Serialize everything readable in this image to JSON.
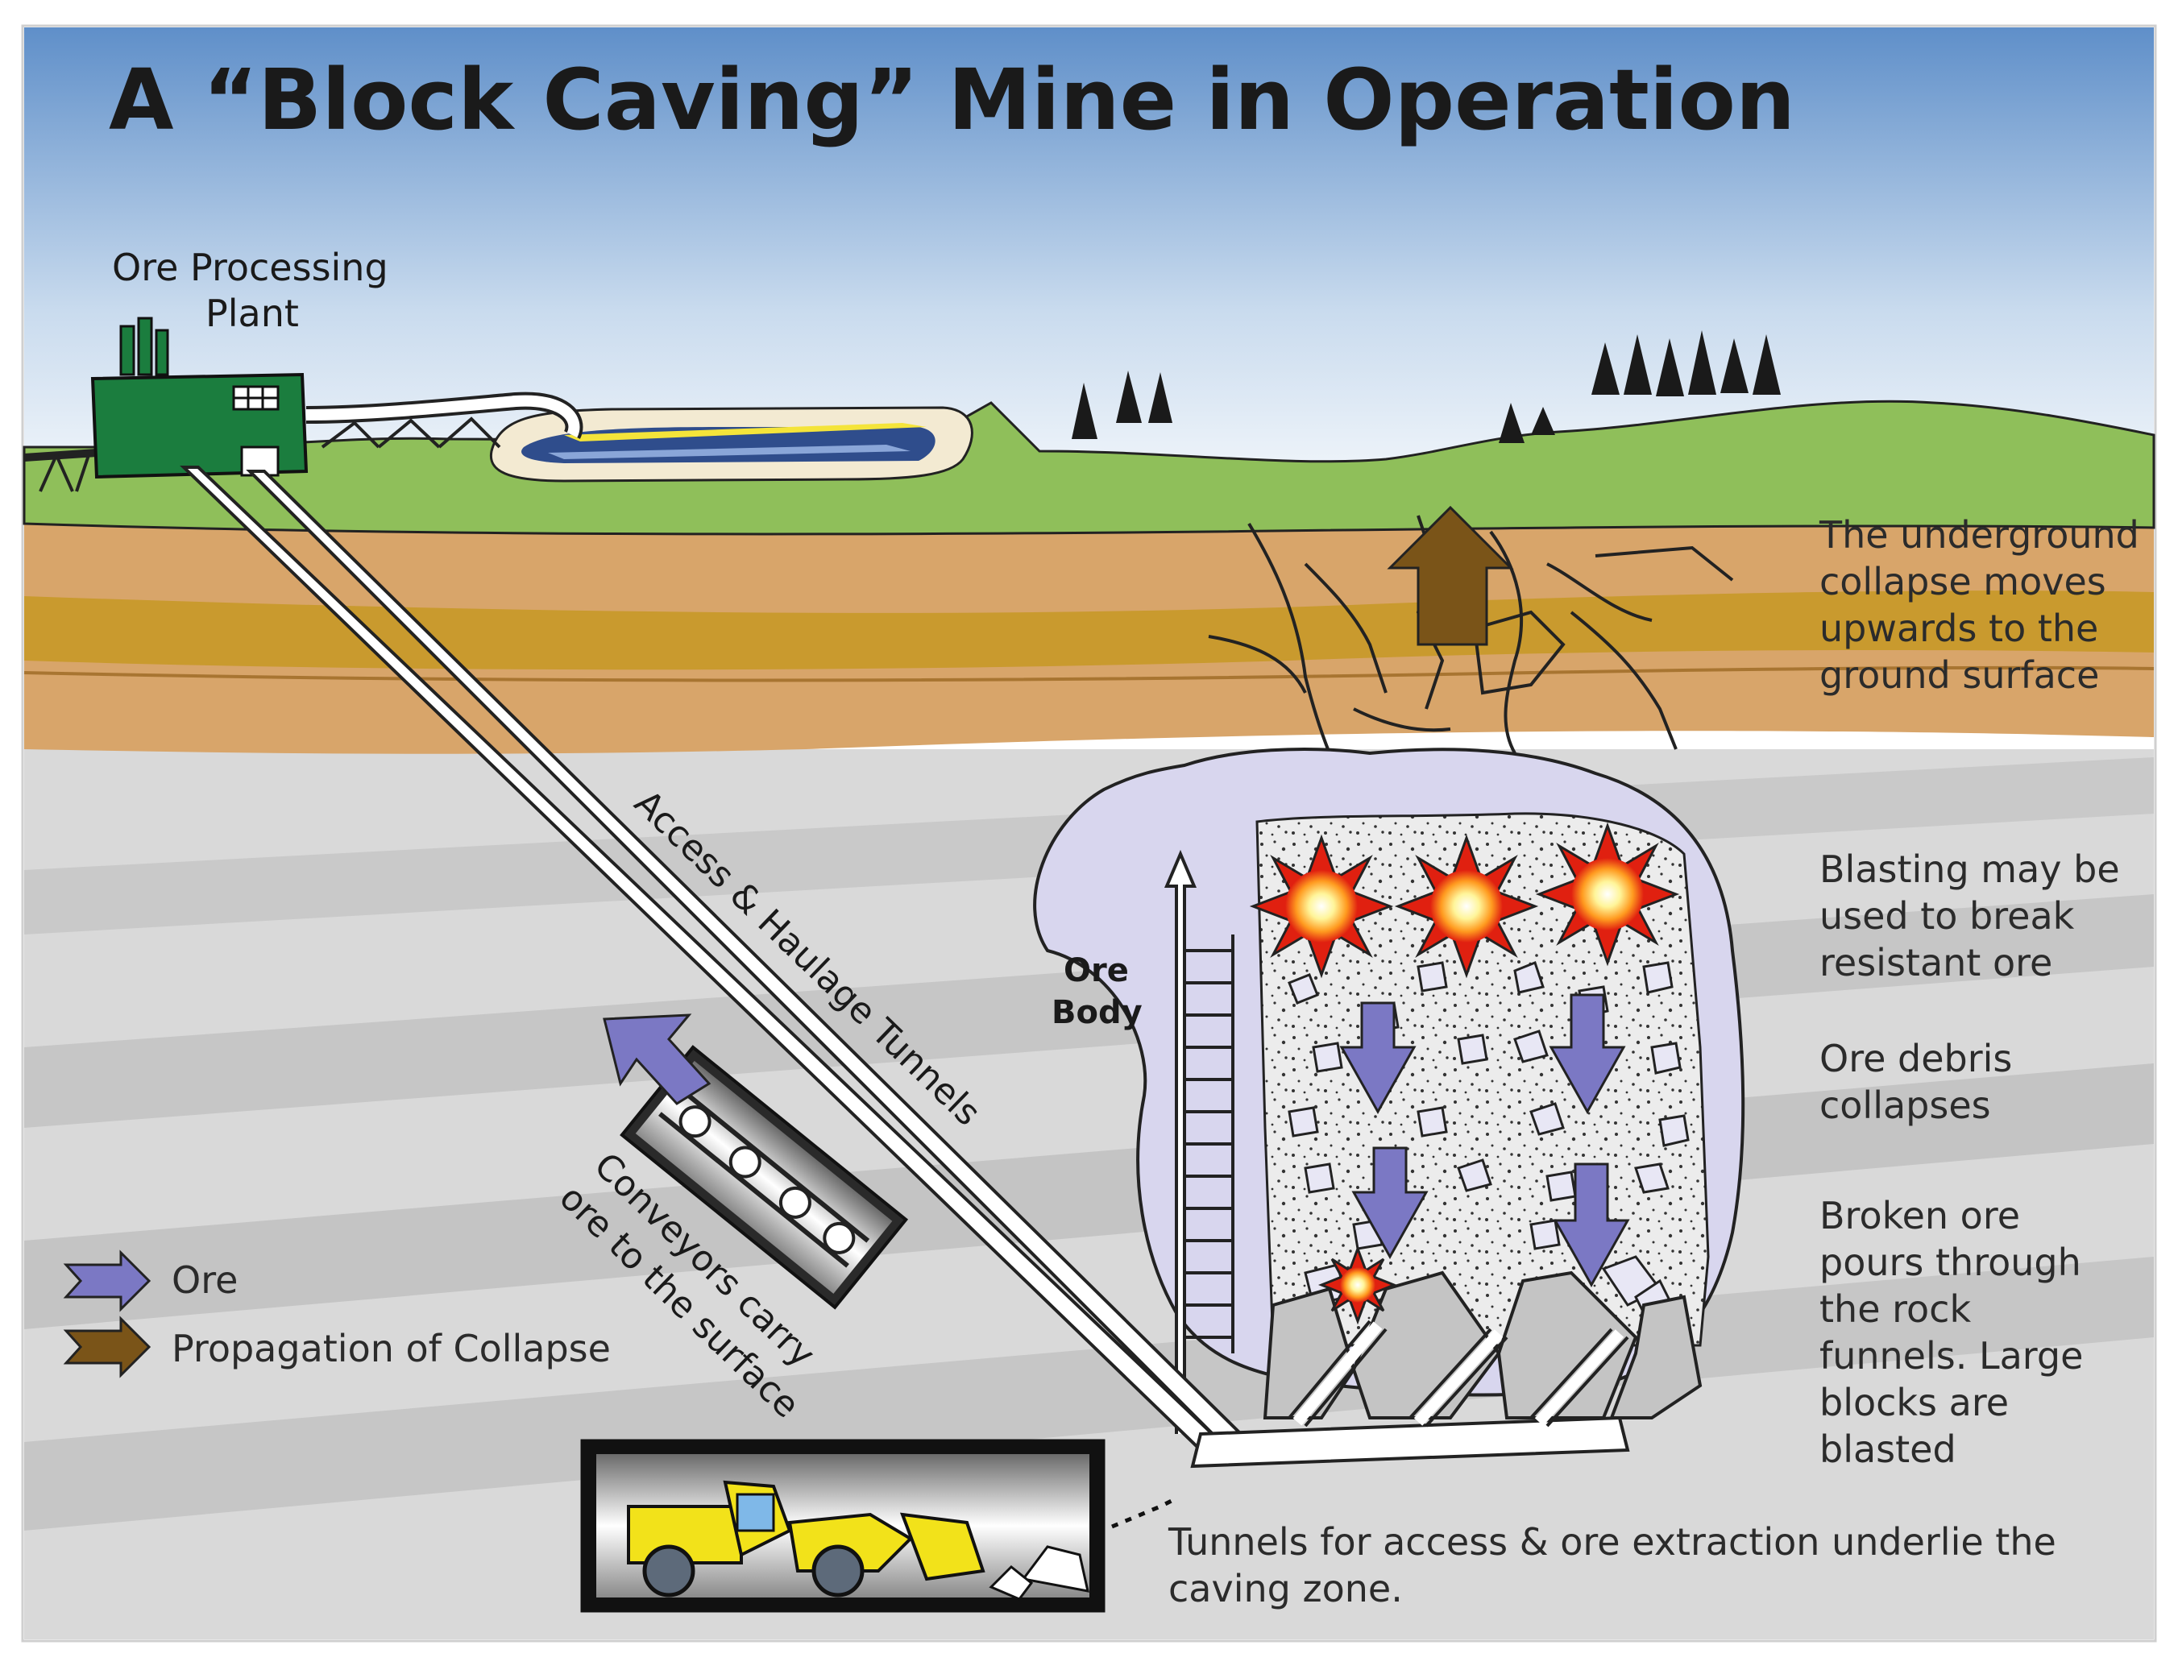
{
  "title": "A “Block Caving” Mine in Operation",
  "labels": {
    "plant_line1": "Ore Processing",
    "plant_line2": "Plant",
    "ore_body_line1": "Ore",
    "ore_body_line2": "Body",
    "tunnels_label": "Access & Haulage Tunnels",
    "conveyors_line1": "Conveyors carry",
    "conveyors_line2": "ore to the surface"
  },
  "annotations": {
    "collapse": [
      "The underground",
      "collapse moves",
      "upwards to the",
      "ground surface"
    ],
    "blasting": [
      "Blasting may be",
      "used to break",
      "resistant ore"
    ],
    "debris": [
      "Ore debris",
      "collapses"
    ],
    "broken": [
      "Broken ore",
      "pours through",
      "the rock",
      "funnels.  Large",
      "blocks are",
      "blasted"
    ],
    "tunnels_access": [
      "Tunnels for access & ore extraction underlie the",
      "caving zone."
    ]
  },
  "legend": {
    "ore": "Ore",
    "collapse": "Propagation of Collapse"
  },
  "colors": {
    "sky_top": "#5f8fc9",
    "sky_bottom": "#ffffff",
    "grass": "#8fbf5a",
    "soil_light": "#d8a56a",
    "soil_band": "#c99a2e",
    "rock_light": "#d9d9d9",
    "rock_dark": "#c4c4c4",
    "ore_body": "#d8d6ee",
    "ore_arrow": "#7b78c4",
    "collapse_arrow": "#7a5418",
    "plant_green": "#1b7d3e",
    "loader_yellow": "#f2e21a",
    "annotation_text": "#2b2b2b"
  }
}
